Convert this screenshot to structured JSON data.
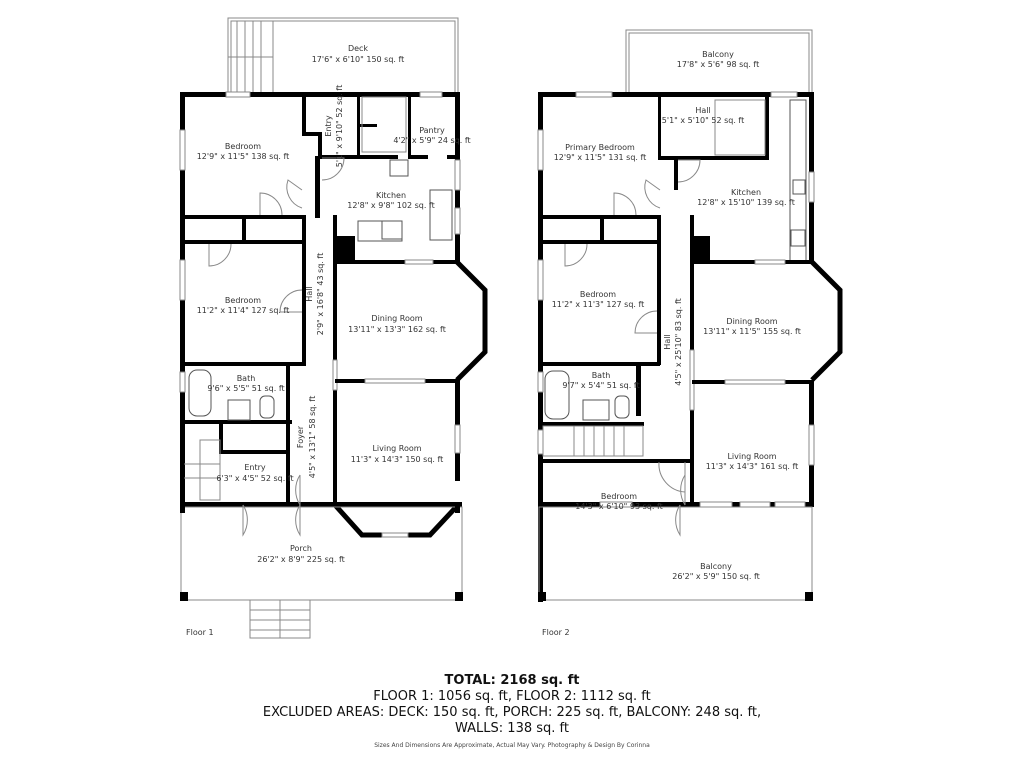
{
  "floor1": {
    "label": "Floor 1",
    "rooms": [
      {
        "name": "Deck",
        "dims": "17'6\" x 6'10\" 150 sq. ft"
      },
      {
        "name": "Bedroom",
        "dims": "12'9\" x 11'5\" 138 sq. ft"
      },
      {
        "name": "Entry",
        "dims": "5'1\" x 9'10\" 52 sq. ft"
      },
      {
        "name": "Pantry",
        "dims": "4'2\" x 5'9\" 24 sq. ft"
      },
      {
        "name": "Kitchen",
        "dims": "12'8\" x 9'8\" 102 sq. ft"
      },
      {
        "name": "Bedroom",
        "dims": "11'2\" x 11'4\" 127 sq. ft"
      },
      {
        "name": "Hall",
        "dims": "2'9\" x 16'8\" 43 sq. ft"
      },
      {
        "name": "Dining Room",
        "dims": "13'11\" x 13'3\" 162 sq. ft"
      },
      {
        "name": "Bath",
        "dims": "9'6\" x 5'5\" 51 sq. ft"
      },
      {
        "name": "Foyer",
        "dims": "4'5\" x 13'1\" 58 sq. ft"
      },
      {
        "name": "Entry",
        "dims": "6'3\" x 4'5\" 52 sq. ft"
      },
      {
        "name": "Living Room",
        "dims": "11'3\" x 14'3\" 150 sq. ft"
      },
      {
        "name": "Porch",
        "dims": "26'2\" x 8'9\" 225 sq. ft"
      }
    ]
  },
  "floor2": {
    "label": "Floor 2",
    "rooms": [
      {
        "name": "Balcony",
        "dims": "17'8\" x 5'6\" 98 sq. ft"
      },
      {
        "name": "Primary Bedroom",
        "dims": "12'9\" x 11'5\" 131 sq. ft"
      },
      {
        "name": "Hall",
        "dims": "5'1\" x 5'10\" 52 sq. ft"
      },
      {
        "name": "Kitchen",
        "dims": "12'8\" x 15'10\" 139 sq. ft"
      },
      {
        "name": "Bedroom",
        "dims": "11'2\" x 11'3\" 127 sq. ft"
      },
      {
        "name": "Hall",
        "dims": "4'5\" x 25'10\" 83 sq. ft"
      },
      {
        "name": "Dining Room",
        "dims": "13'11\" x 11'5\" 155 sq. ft"
      },
      {
        "name": "Bath",
        "dims": "9'7\" x 5'4\" 51 sq. ft"
      },
      {
        "name": "Living Room",
        "dims": "11'3\" x 14'3\" 161 sq. ft"
      },
      {
        "name": "Bedroom",
        "dims": "14'3\" x 6'10\" 93 sq. ft"
      },
      {
        "name": "Balcony",
        "dims": "26'2\" x 5'9\" 150 sq. ft"
      }
    ]
  },
  "summary": {
    "total": "TOTAL: 2168 sq. ft",
    "floors": "FLOOR 1: 1056 sq. ft, FLOOR 2: 1112 sq. ft",
    "excluded": "EXCLUDED AREAS: DECK: 150 sq. ft, PORCH: 225 sq. ft, BALCONY: 248 sq. ft,",
    "walls": "WALLS: 138 sq. ft",
    "credit": "Sizes And Dimensions Are Approximate, Actual May Vary. Photography & Design By Corinna"
  }
}
